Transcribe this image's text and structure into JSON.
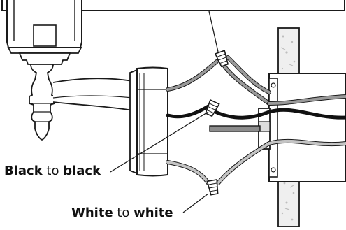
{
  "labels": {
    "black": {
      "part1": "Black",
      "part2": " to ",
      "part3": "black"
    },
    "white": {
      "part1": "White",
      "part2": " to ",
      "part3": "white"
    }
  },
  "colors": {
    "stroke": "#1a1a1a",
    "ground_wire": "#999999",
    "white_wire": "#c4c4c4",
    "hot_wire": "#111111",
    "stud": "#8c8c8c",
    "wall_fill": "#efefef"
  }
}
